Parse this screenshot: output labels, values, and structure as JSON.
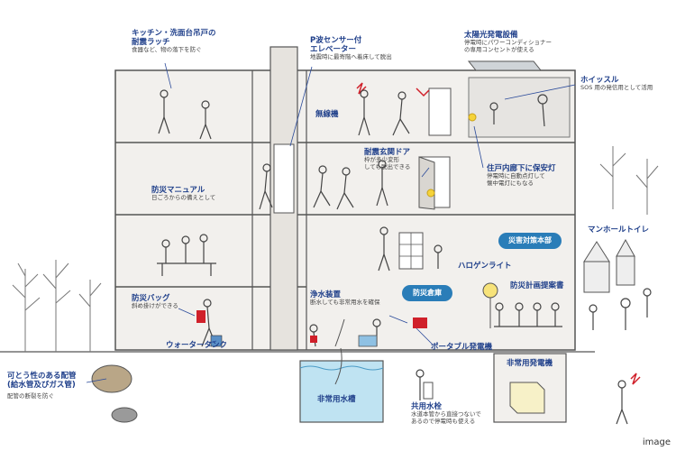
{
  "labels": {
    "kitchen_latch": {
      "title_l1": "キッチン・洗面台吊戸の",
      "title_l2": "耐震ラッチ",
      "desc": "食器など、物の落下を防ぐ"
    },
    "elevator": {
      "title_l1": "P波センサー付",
      "title_l2": "エレベーター",
      "desc": "地震時に最寄階へ着床して脱出"
    },
    "solar": {
      "title": "太陽光発電設備",
      "desc_l1": "停電時にパワーコンディショナー",
      "desc_l2": "の専用コンセントが使える"
    },
    "whistle": {
      "title": "ホイッスル",
      "desc": "SOS 用の発信用として活用"
    },
    "wireless": {
      "title": "無線機"
    },
    "door": {
      "title": "耐震玄関ドア",
      "desc_l1": "枠が多少変形",
      "desc_l2": "しても脱出できる"
    },
    "corridor_light": {
      "title": "住戸内廊下に保安灯",
      "desc_l1": "停電時に自動点灯して",
      "desc_l2": "懐中電灯にもなる"
    },
    "manual": {
      "title": "防災マニュアル",
      "desc": "日ごろからの備えとして"
    },
    "manhole": {
      "title": "マンホールトイレ"
    },
    "hq": {
      "title": "災害対策本部"
    },
    "halogen": {
      "title": "ハロゲンライト"
    },
    "storage": {
      "title": "防災倉庫"
    },
    "meeting": {
      "title": "防災計画提案書"
    },
    "bag": {
      "title": "防災バッグ",
      "desc": "斜め掛けができる"
    },
    "water_tank": {
      "title": "ウォータータンク"
    },
    "purifier": {
      "title": "浄水装置",
      "desc": "断水しても非常用水を確保"
    },
    "generator_portable": {
      "title": "ポータブル発電機"
    },
    "pipes": {
      "title_l1": "可とう性のある配管",
      "title_l2": "(給水管及びガス管)",
      "desc": "配管の断裂を防ぐ"
    },
    "emergency_tank": {
      "title": "非常用水槽"
    },
    "hydrant": {
      "title": "共用水栓",
      "desc_l1": "水道本管から直接つないで",
      "desc_l2": "あるので停電時も使える"
    },
    "generator_emergency": {
      "title": "非常用発電機"
    }
  },
  "watermark": "image",
  "colors": {
    "text_title": "#1f3f8a",
    "badge": "#2a7db8",
    "water": "#bfe3f2",
    "alert": "#d0202a",
    "building": "#f1efec",
    "outline": "#555555"
  }
}
